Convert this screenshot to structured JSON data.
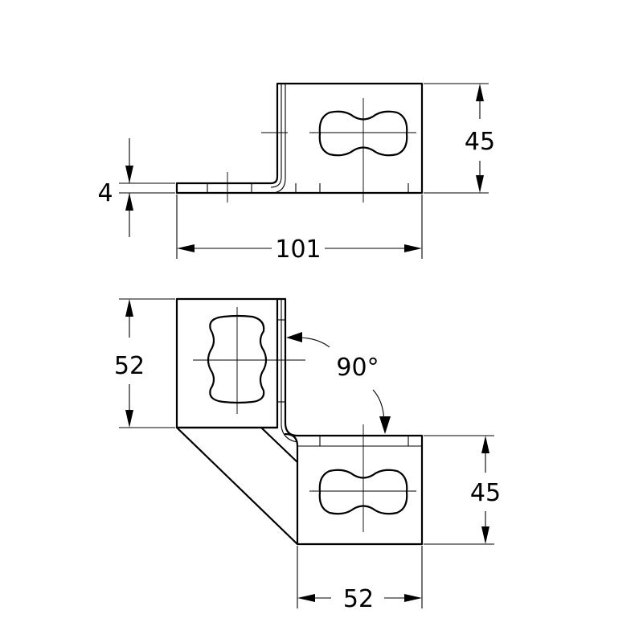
{
  "top_view": {
    "dim_height": "45",
    "dim_thickness": "4",
    "dim_length": "101"
  },
  "bottom_view": {
    "dim_left_height": "52",
    "dim_angle": "90°",
    "dim_right_height": "45",
    "dim_width": "52"
  },
  "colors": {
    "line": "#000000",
    "background": "#ffffff"
  }
}
